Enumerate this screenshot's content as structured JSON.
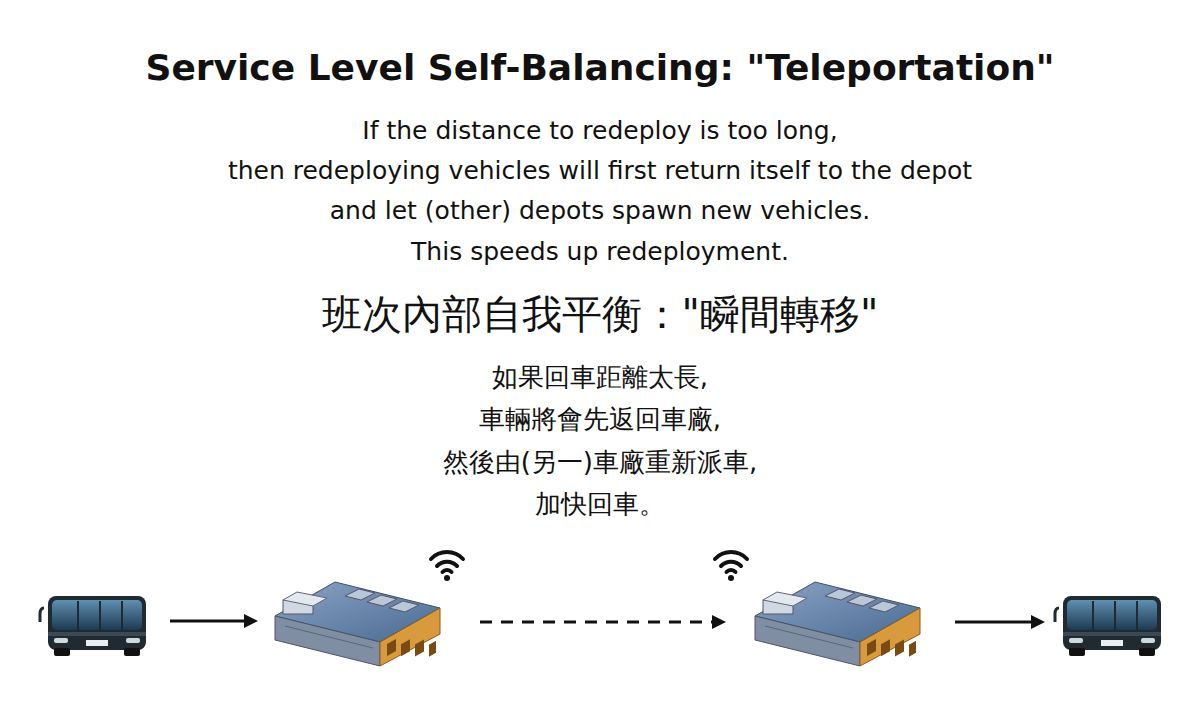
{
  "diagram": {
    "title": "Service Level Self-Balancing: \"Teleportation\"",
    "labels": [
      "If the distance to redeploy is too long,",
      "then redeploying vehicles will first return itself to the depot",
      "and let (other) depots spawn new vehicles.",
      "This speeds up redeployment.",
      "班次內部自我平衡：\"瞬間轉移\"",
      "如果回車距離太長,",
      "車輛將會先返回車廠,",
      "然後由(另一)車廠重新派車,",
      "加快回車。"
    ]
  }
}
